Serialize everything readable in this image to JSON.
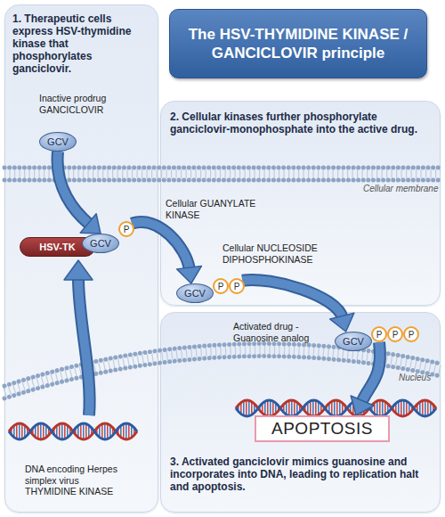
{
  "diagram": {
    "title": "The HSV-THYMIDINE KINASE / GANCICLOVIR principle",
    "nodes": [
      {
        "text": [
          "1. Therapeutic cells express HSV-thymidine kinase that phosphorylates ganciclovir."
        ]
      },
      {
        "text": [
          "GCV"
        ],
        "in": 0
      },
      {
        "text": [
          "HSV-TK"
        ],
        "in": 0
      },
      {
        "text": [
          "GCV"
        ],
        "in": 0
      },
      {
        "text": [
          "P"
        ],
        "in": 0
      },
      {
        "text": [
          "2. Cellular kinases further phosphorylate ganciclovir-monophosphate into the active drug."
        ]
      },
      {
        "text": [
          "GCV"
        ],
        "in": 5
      },
      {
        "text": [
          "P"
        ],
        "in": 5
      },
      {
        "text": [
          "P"
        ],
        "in": 5
      },
      {
        "text": [
          "3. Activated ganciclovir mimics guanosine and incorporates into DNA, leading to replication halt and apoptosis."
        ]
      },
      {
        "text": [
          "GCV"
        ],
        "in": 9
      },
      {
        "text": [
          "P"
        ],
        "in": 9
      },
      {
        "text": [
          "P"
        ],
        "in": 9
      },
      {
        "text": [
          "P"
        ],
        "in": 9
      },
      {
        "text": [
          "APOPTOSIS"
        ],
        "in": 9
      }
    ],
    "edges": [
      {
        "from": 1,
        "to": 3,
        "arrow": "to"
      },
      {
        "from": 4,
        "to": 6,
        "arrow": "to"
      },
      {
        "from": 8,
        "to": 10,
        "arrow": "to"
      },
      {
        "from": 11,
        "to": 14,
        "arrow": "to"
      }
    ],
    "labels": [
      "Inactive prodrug GANCICLOVIR",
      "Cellular GUANYLATE KINASE",
      "Cellular NUCLEOSIDE DIPHOSPHOKINASE",
      "Cellular membrane",
      "Activated drug - Guanosine analog",
      "Nucleus",
      "DNA encoding Herpes simplex virus THYMIDINE KINASE"
    ]
  }
}
